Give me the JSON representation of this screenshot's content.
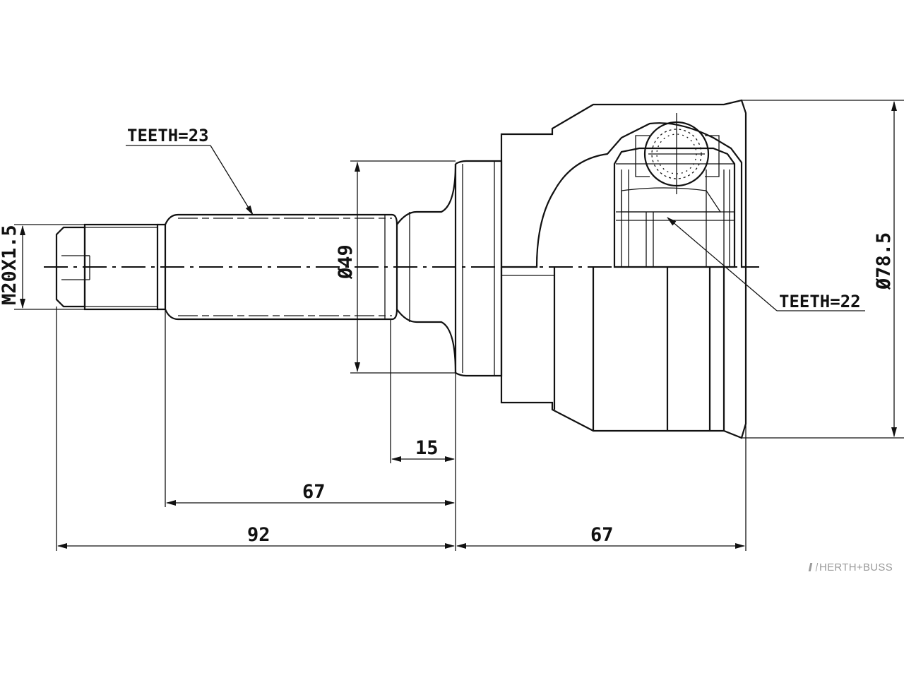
{
  "annotations": {
    "teeth_shaft": "TEETH=23",
    "teeth_bore": "TEETH=22",
    "thread": "M20X1.5",
    "shaft_diameter": "Ø49",
    "housing_diameter": "Ø78.5"
  },
  "dimensions": {
    "collar_width": "15",
    "spline_length": "67",
    "shaft_total": "92",
    "housing_length": "67"
  },
  "brand": "HERTH+BUSS"
}
